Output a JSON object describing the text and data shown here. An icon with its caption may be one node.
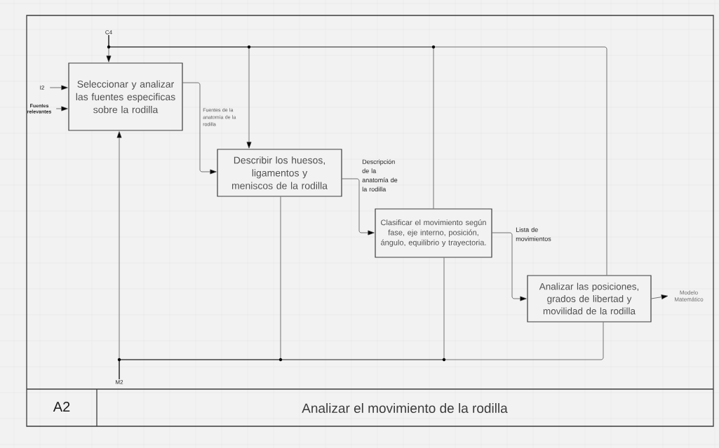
{
  "diagram": {
    "title": "Analizar el movimiento de la rodilla",
    "nodes": [
      {
        "text": [
          "Seleccionar y analizar las fuentes especificas sobre la rodilla"
        ]
      },
      {
        "text": [
          "Describir los huesos, ligamentos y  meniscos de la rodilla"
        ]
      },
      {
        "text": [
          "Clasificar el movimiento según fase, eje interno, posición, ángulo, equilibrio y trayectoria."
        ]
      },
      {
        "text": [
          "Analizar las posiciones, grados de libertad y movilidad de la rodilla"
        ]
      },
      {
        "text": [
          "C4"
        ]
      },
      {
        "text": [
          "I2"
        ]
      },
      {
        "text": [
          "Fuentes relevantes"
        ]
      },
      {
        "text": [
          "M2"
        ]
      },
      {
        "text": [
          "Modelo Matemático"
        ]
      }
    ],
    "edges": [
      {
        "from": 4,
        "to": 0,
        "arrow": "to"
      },
      {
        "from": 4,
        "to": 1,
        "arrow": "to"
      },
      {
        "from": 4,
        "to": 2,
        "arrow": "none"
      },
      {
        "from": 4,
        "to": 3,
        "arrow": "none"
      },
      {
        "from": 5,
        "to": 0,
        "arrow": "to"
      },
      {
        "from": 6,
        "to": 0,
        "arrow": "to"
      },
      {
        "from": 7,
        "to": 0,
        "arrow": "to"
      },
      {
        "from": 7,
        "to": 1,
        "arrow": "none"
      },
      {
        "from": 7,
        "to": 2,
        "arrow": "none"
      },
      {
        "from": 7,
        "to": 3,
        "arrow": "none"
      },
      {
        "from": 0,
        "to": 1,
        "arrow": "to",
        "label": "Fuentes de la anatomía de la rodilla"
      },
      {
        "from": 1,
        "to": 2,
        "arrow": "to",
        "label": "Descripción de la anatomía de la rodilla"
      },
      {
        "from": 2,
        "to": 3,
        "arrow": "to",
        "label": "Lista de movimientos"
      },
      {
        "from": 3,
        "to": 8,
        "arrow": "to"
      }
    ],
    "labels": [
      "A2"
    ]
  }
}
